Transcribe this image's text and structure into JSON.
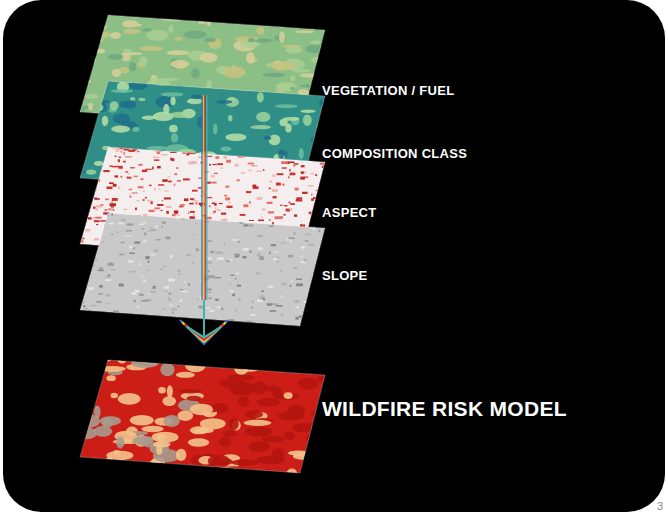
{
  "diagram": {
    "labels": [
      "VEGETATION / FUEL",
      "COMPOSITION CLASS",
      "ASPECT",
      "SLOPE",
      "WILDFIRE RISK MODEL",
      "3"
    ]
  }
}
